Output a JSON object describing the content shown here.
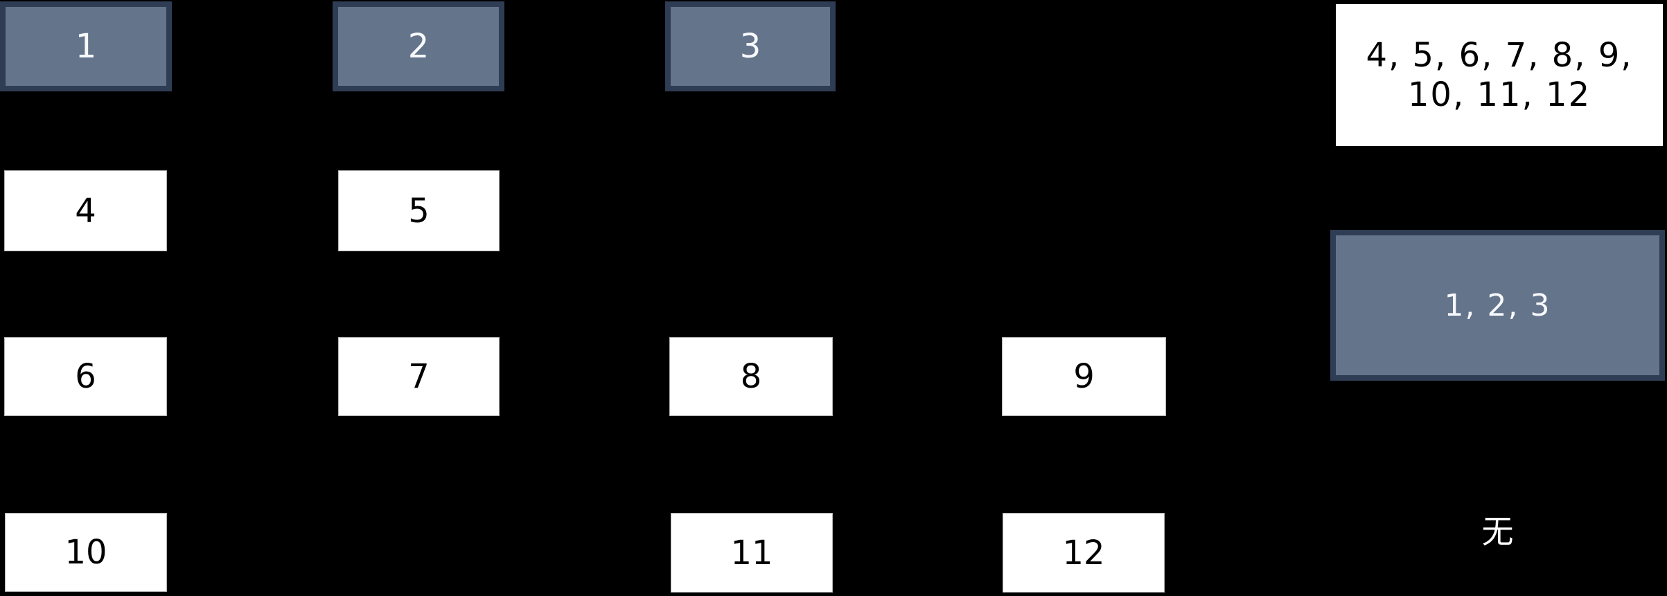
{
  "diagram": {
    "background_color": "#000000",
    "colors": {
      "dark_node_fill": "#64748b",
      "dark_node_border": "#2e3c54",
      "light_node_fill": "#ffffff",
      "light_node_border": "#b3b3b3",
      "text_on_dark": "#ffffff",
      "text_on_light": "#000000",
      "side_text": "#ffffff"
    },
    "nodes": [
      {
        "label": "1",
        "variant": "dark"
      },
      {
        "label": "2",
        "variant": "dark"
      },
      {
        "label": "3",
        "variant": "dark"
      },
      {
        "label": "4",
        "variant": "light"
      },
      {
        "label": "5",
        "variant": "light"
      },
      {
        "label": "6",
        "variant": "light"
      },
      {
        "label": "7",
        "variant": "light"
      },
      {
        "label": "8",
        "variant": "light"
      },
      {
        "label": "9",
        "variant": "light"
      },
      {
        "label": "10",
        "variant": "light"
      },
      {
        "label": "11",
        "variant": "light"
      },
      {
        "label": "12",
        "variant": "light"
      }
    ],
    "side": {
      "top_box_text": "4, 5, 6, 7, 8, 9, 10, 11, 12",
      "middle_box_text": "1, 2, 3",
      "bottom_text": "无"
    }
  }
}
